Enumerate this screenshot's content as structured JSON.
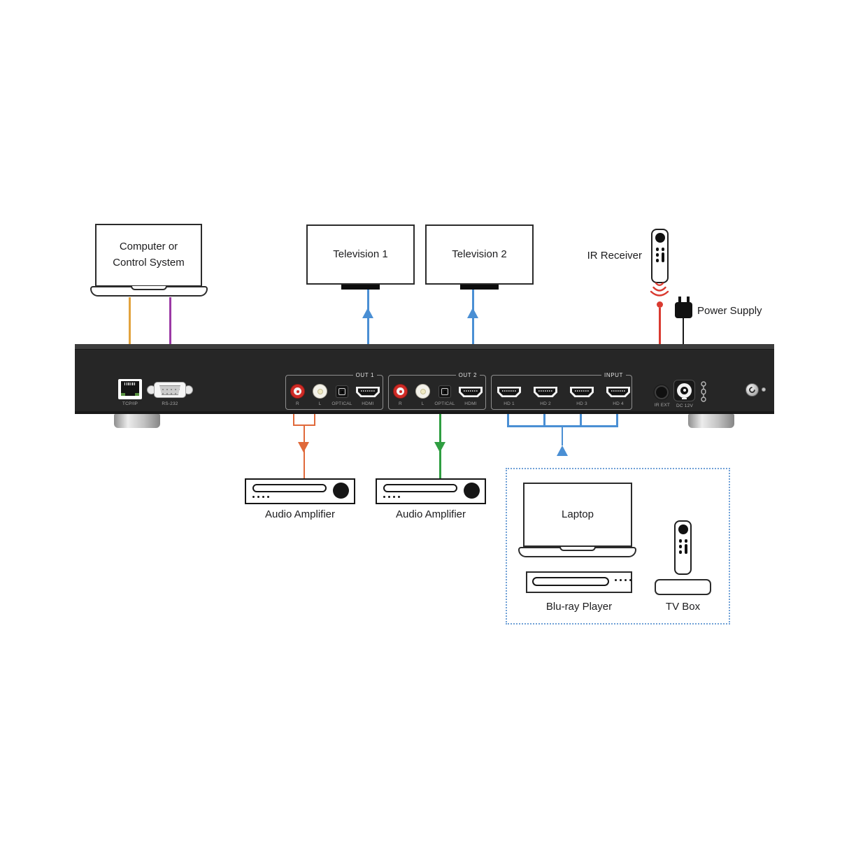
{
  "nodes": {
    "computer": {
      "line1": "Computer or",
      "line2": "Control System"
    },
    "television1": {
      "label": "Television 1"
    },
    "television2": {
      "label": "Television 2"
    },
    "ir_receiver": {
      "label": "IR Receiver"
    },
    "power_supply": {
      "label": "Power Supply"
    },
    "amplifier1": {
      "label": "Audio Amplifier"
    },
    "amplifier2": {
      "label": "Audio Amplifier"
    },
    "laptop": {
      "label": "Laptop"
    },
    "bluray": {
      "label": "Blu-ray Player"
    },
    "tvbox": {
      "label": "TV Box"
    }
  },
  "rear_panel": {
    "control_ports": {
      "tcpip": "TCP/IP",
      "rs232": "RS-232"
    },
    "out1": {
      "label": "OUT 1",
      "ports": [
        "R",
        "L",
        "OPTICAL",
        "HDMI"
      ]
    },
    "out2": {
      "label": "OUT 2",
      "ports": [
        "R",
        "L",
        "OPTICAL",
        "HDMI"
      ]
    },
    "input": {
      "label": "INPUT",
      "ports": [
        "HD 1",
        "HD 2",
        "HD 3",
        "HD 4"
      ]
    },
    "irext": "IR EXT",
    "dc": "DC 12V"
  },
  "colors": {
    "tcpip_cable": "#E2A33E",
    "rs232_cable": "#9B3AA5",
    "hdmi_cable": "#4A8FD4",
    "ir_cable": "#D93A30",
    "power_cable": "#1A1A1A",
    "audio_cable": "#E0693A",
    "optical_cable": "#2F9E41"
  }
}
